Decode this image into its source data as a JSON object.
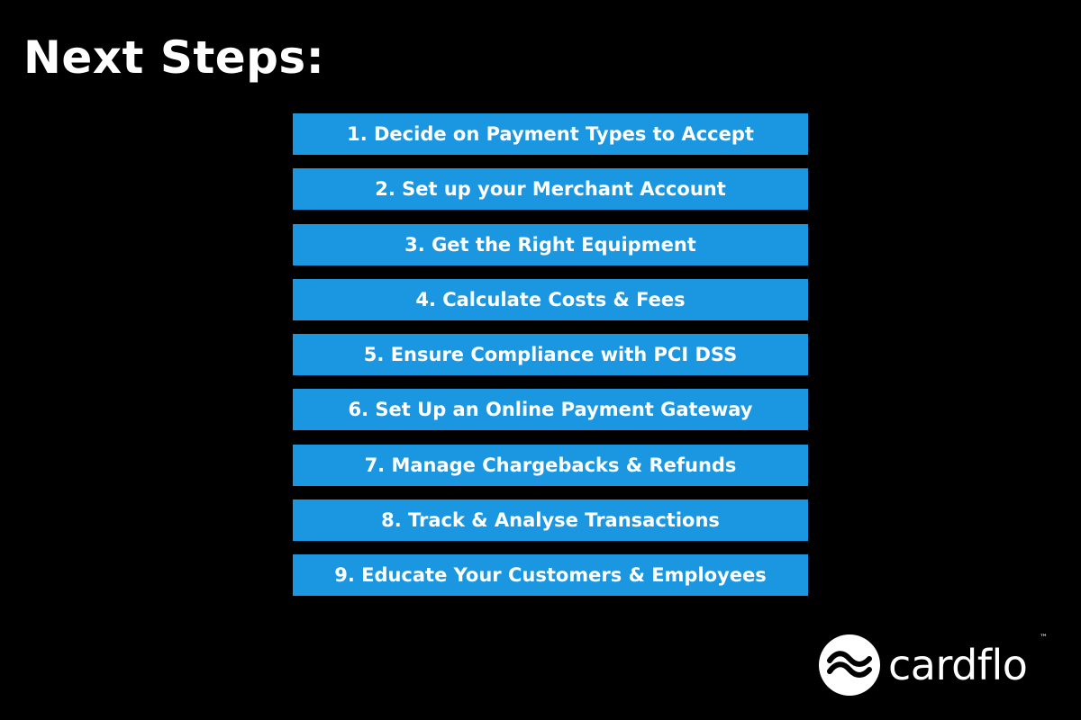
{
  "title": "Next Steps:",
  "colors": {
    "background": "#000000",
    "step_fill": "#1b97e2",
    "text": "#ffffff"
  },
  "steps": [
    "1. Decide on Payment Types to Accept",
    "2. Set up your Merchant Account",
    "3. Get the Right Equipment",
    "4. Calculate Costs & Fees",
    "5. Ensure Compliance with PCI DSS",
    "6. Set Up an Online Payment Gateway",
    "7. Manage Chargebacks & Refunds",
    "8. Track & Analyse Transactions",
    "9. Educate Your Customers & Employees"
  ],
  "logo": {
    "wordmark": "cardflo",
    "trademark": "™",
    "icon": "cardflo-wave-logo-icon"
  }
}
